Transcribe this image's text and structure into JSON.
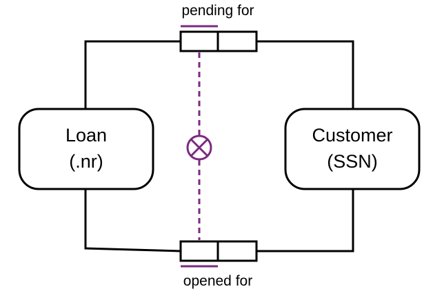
{
  "entities": {
    "loan": {
      "name": "Loan",
      "key": "(.nr)"
    },
    "customer": {
      "name": "Customer",
      "key": "(SSN)"
    }
  },
  "relations": {
    "top": {
      "label": "pending for"
    },
    "bottom": {
      "label": "opened for"
    }
  },
  "constraint": {
    "type": "exclusion",
    "symbol": "circle-x-icon"
  },
  "colors": {
    "line": "#000000",
    "constraint": "#7a2a7f",
    "background": "#ffffff"
  }
}
